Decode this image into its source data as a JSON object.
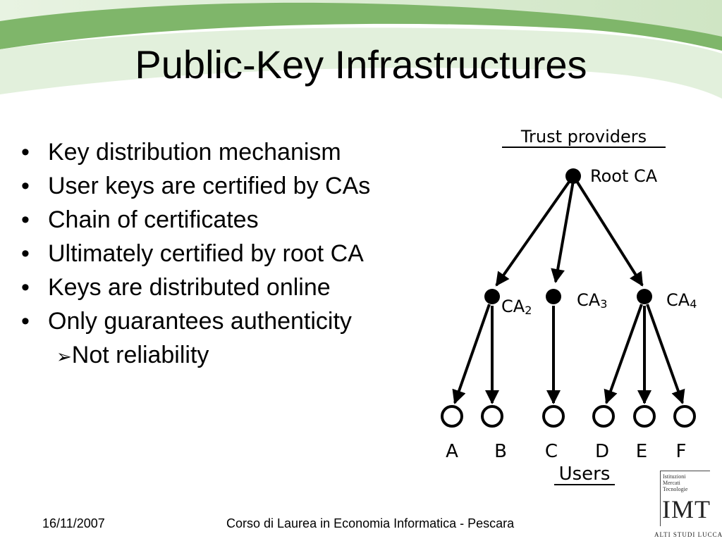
{
  "slide": {
    "title": "Public-Key Infrastructures",
    "bullets": [
      "Key distribution mechanism",
      "User keys are certified by CAs",
      "Chain of certificates",
      "Ultimately certified by root CA",
      "Keys are distributed online",
      "Only guarantees authenticity"
    ],
    "sub_bullet": "Not reliability",
    "bullet_glyph": "•",
    "sub_glyph": "➢"
  },
  "diagram": {
    "trust_label": "Trust providers",
    "root_label": "Root CA",
    "ca_labels": [
      {
        "base": "CA",
        "sub": "2"
      },
      {
        "base": "CA",
        "sub": "3"
      },
      {
        "base": "CA",
        "sub": "4"
      }
    ],
    "users": [
      "A",
      "B",
      "C",
      "D",
      "E",
      "F"
    ],
    "users_label": "Users"
  },
  "footer": {
    "date": "16/11/2007",
    "course": "Corso di Laurea in Economia Informatica - Pescara"
  },
  "logo": {
    "line1": "Istituzioni",
    "line2": "Mercati",
    "line3": "Tecnologie",
    "main": "IMT",
    "tagline": "ALTI STUDI LUCCA"
  },
  "colors": {
    "header_green": "#7fb66a",
    "header_light": "#dfeed8"
  }
}
